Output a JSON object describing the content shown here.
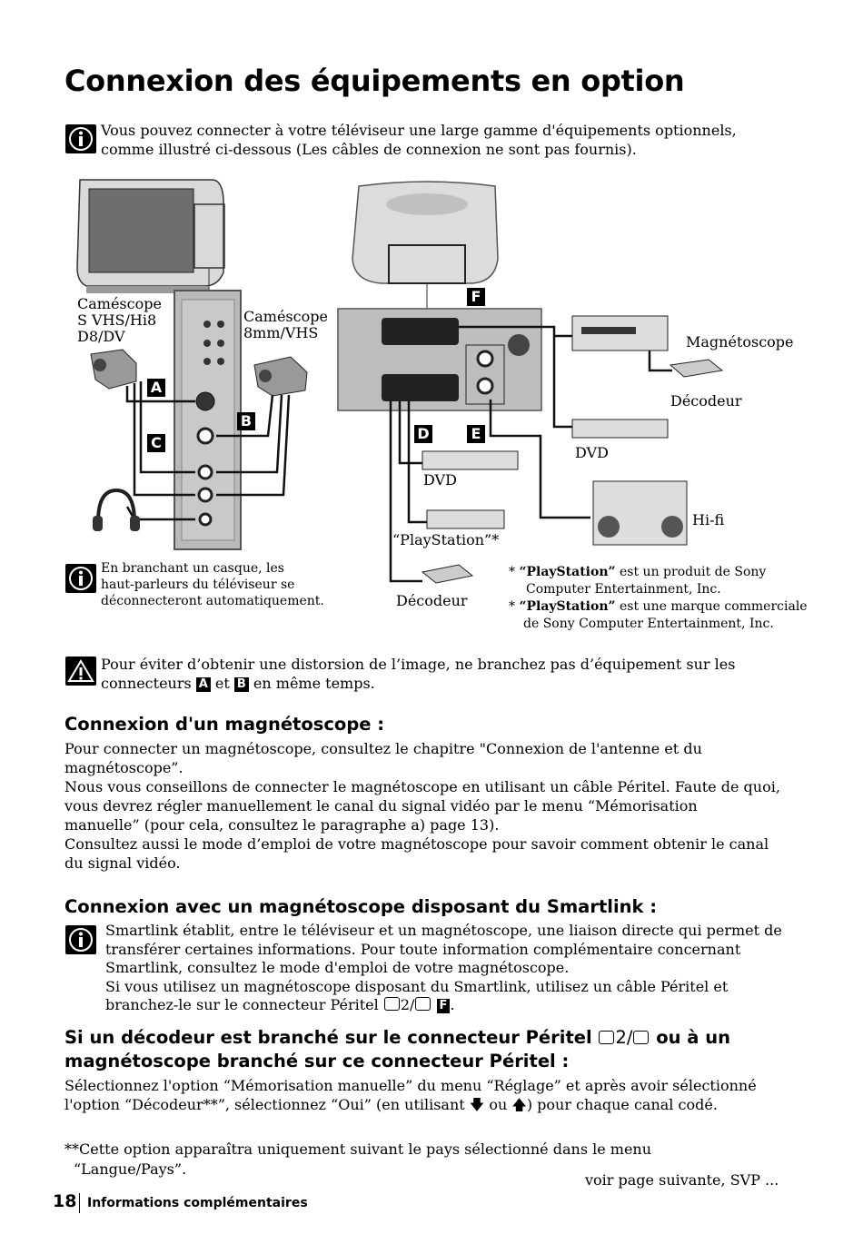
{
  "title": "Connexion des équipements en option",
  "intro": {
    "line1": "Vous pouvez connecter à votre téléviseur une large gamme d'équipements optionnels,",
    "line2": "comme illustré ci-dessous (Les câbles de connexion ne sont pas fournis)."
  },
  "diagram": {
    "camescope_left": [
      "Caméscope",
      "S VHS/Hi8",
      "D8/DV"
    ],
    "camescope_right": [
      "Caméscope",
      "8mm/VHS"
    ],
    "magnetoscope": "Magnétoscope",
    "decodeur_right": "Décodeur",
    "dvd_right": "DVD",
    "hifi": "Hi-fi",
    "dvd_mid": "DVD",
    "playstation": "“PlayStation”*",
    "decodeur_mid": "Décodeur",
    "box_labels": {
      "a": "A",
      "b": "B",
      "c": "C",
      "d": "D",
      "e": "E",
      "f": "F"
    }
  },
  "casque_note": [
    "En branchant un casque, les",
    "haut-parleurs du téléviseur se",
    "déconnecteront automatiquement."
  ],
  "trademark": {
    "line1_bold": "“PlayStation”",
    "line1_rest": " est un produit de Sony",
    "line2": "Computer Entertainment, Inc.",
    "line3_bold": "“PlayStation”",
    "line3_rest": " est une marque commerciale",
    "line4": "de Sony Computer Entertainment, Inc.",
    "star": "* "
  },
  "warning": {
    "line1": "Pour éviter d’obtenir une distorsion de l’image, ne branchez pas d’équipement sur les",
    "line2_pre": "connecteurs ",
    "tag_a": "A",
    "line2_mid": " et ",
    "tag_b": "B",
    "line2_post": " en même temps."
  },
  "section1": {
    "heading": "Connexion d'un magnétoscope :",
    "lines": [
      "Pour connecter un magnétoscope, consultez le chapitre \"Connexion de l'antenne et du",
      "magnétoscope”.",
      "Nous vous conseillons de connecter le magnétoscope en utilisant un câble Péritel. Faute de quoi,",
      "vous devrez régler manuellement le canal du signal vidéo par le menu “Mémorisation",
      "manuelle” (pour cela, consultez le paragraphe a) page 13).",
      "Consultez aussi le mode d’emploi de votre magnétoscope pour savoir comment obtenir le canal",
      "du signal vidéo."
    ]
  },
  "section2": {
    "heading": "Connexion avec un magnétoscope disposant du Smartlink :",
    "lines": [
      "Smartlink établit, entre le téléviseur et un magnétoscope, une liaison directe qui permet de",
      "transférer certaines informations. Pour  toute information complémentaire concernant",
      "Smartlink, consultez le mode d'emploi de votre magnétoscope.",
      "Si vous utilisez un magnétoscope disposant du Smartlink, utilisez un câble Péritel et"
    ],
    "last_pre": "branchez-le sur le connecteur Péritel ",
    "last_num": "2/",
    "tag_f": "F",
    "last_post": "."
  },
  "section3": {
    "heading_pre": "Si un décodeur est branché sur le connecteur Péritel ",
    "heading_num": "2/",
    "heading_post": " ou à un",
    "heading_line2": "magnétoscope branché sur ce connecteur Péritel :",
    "line1": "Sélectionnez l'option “Mémorisation manuelle” du menu “Réglage” et après avoir sélectionné",
    "line2_pre": "l'option “Décodeur**”, sélectionnez “Oui”  (en utilisant ",
    "line2_mid": " ou ",
    "line2_post": ") pour chaque canal codé."
  },
  "footnote": {
    "line1": "**Cette option apparaîtra uniquement suivant le pays sélectionné dans le menu",
    "line2": "“Langue/Pays”."
  },
  "continue": "voir page suivante, SVP ...",
  "footer": {
    "page": "18",
    "section": "Informations complémentaires"
  }
}
